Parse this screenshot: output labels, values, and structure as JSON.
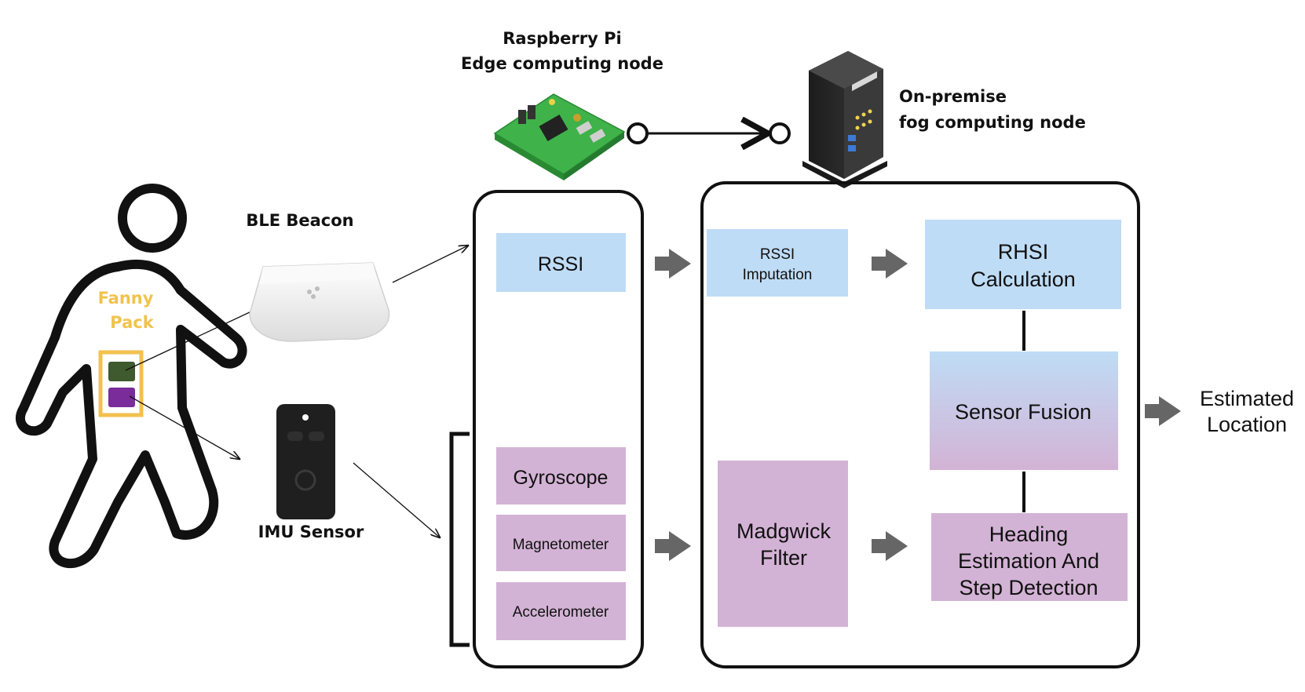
{
  "colors": {
    "blue_box": "#bfdcf6",
    "purple_box": "#d3b3d5",
    "arrow_gray": "#666666",
    "fanny_pack_outline": "#f2c14e",
    "green_device": "#3f5a2e",
    "purple_device": "#7a2d9a",
    "pcb_green": "#3fb24a",
    "server_dark": "#2b2b2b"
  },
  "icons": {
    "person": "person-outline-icon",
    "ble_beacon": "ble-beacon-icon",
    "imu_sensor": "imu-sensor-icon",
    "raspberry_pi": "raspberry-pi-board-icon",
    "fog_server": "server-tower-icon"
  },
  "labels": {
    "fanny_pack_line1": "Fanny",
    "fanny_pack_line2": "Pack",
    "ble_beacon": "BLE Beacon",
    "imu_sensor": "IMU Sensor",
    "raspberry_pi_line1": "Raspberry Pi",
    "raspberry_pi_line2": "Edge computing node",
    "fog_line1": "On-premise",
    "fog_line2": "fog computing node",
    "output_line1": "Estimated",
    "output_line2": "Location"
  },
  "edge_node": {
    "rssi": "RSSI",
    "gyroscope": "Gyroscope",
    "magnetometer": "Magnetometer",
    "accelerometer": "Accelerometer"
  },
  "fog_node": {
    "rssi_imputation_line1": "RSSI",
    "rssi_imputation_line2": "Imputation",
    "rhsi_line1": "RHSI",
    "rhsi_line2": "Calculation",
    "sensor_fusion": "Sensor Fusion",
    "madgwick_line1": "Madgwick",
    "madgwick_line2": "Filter",
    "heading_line1": "Heading",
    "heading_line2": "Estimation And",
    "heading_line3": "Step Detection"
  }
}
